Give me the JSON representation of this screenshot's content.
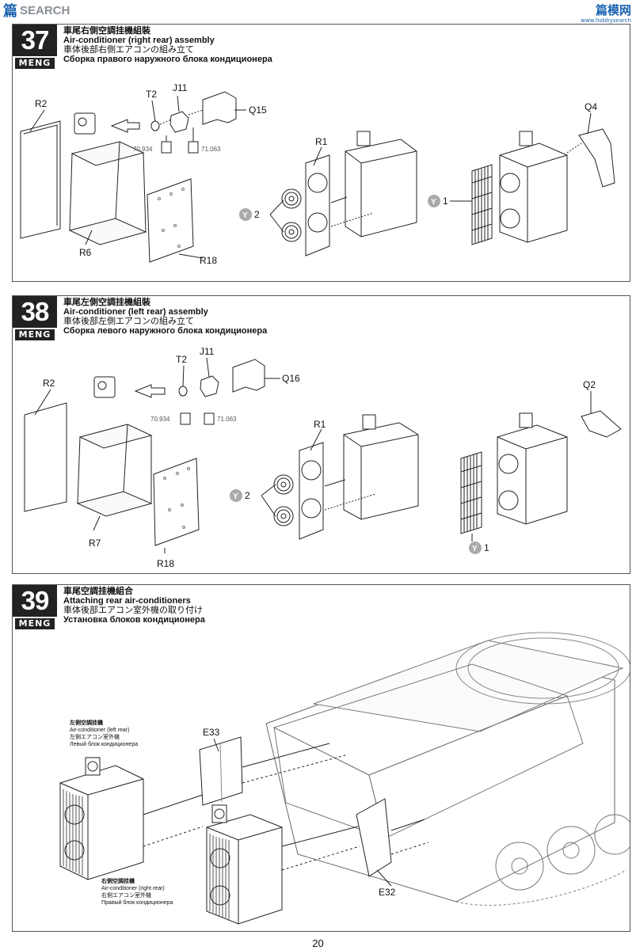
{
  "watermark": {
    "logo": "篇",
    "text": "SEARCH",
    "corner": "篇模网",
    "url": "www.hobbysearch"
  },
  "steps": [
    {
      "number": "37",
      "brand": "MENG",
      "title_cn": "車尾右側空調挂機組裝",
      "title_en": "Air-conditioner (right rear) assembly",
      "title_jp": "車体後部右側エアコンの組み立て",
      "title_ru": "Сборка правого наружного блока кондиционера",
      "parts": [
        "R2",
        "T2",
        "J11",
        "Q15",
        "R6",
        "R18",
        "R1",
        "Q4"
      ],
      "paint": [
        "70.934",
        "71.063"
      ],
      "markers": [
        {
          "id": "Y",
          "qty": "2"
        },
        {
          "id": "Y",
          "qty": "1"
        }
      ]
    },
    {
      "number": "38",
      "brand": "MENG",
      "title_cn": "車尾左側空調挂機組裝",
      "title_en": "Air-conditioner (left rear) assembly",
      "title_jp": "車体後部左側エアコンの組み立て",
      "title_ru": "Сборка левого наружного блока кондиционера",
      "parts": [
        "R2",
        "T2",
        "J11",
        "Q16",
        "R7",
        "R18",
        "R1",
        "Q2"
      ],
      "paint": [
        "70.934",
        "71.063"
      ],
      "markers": [
        {
          "id": "Y",
          "qty": "2"
        },
        {
          "id": "Y",
          "qty": "1"
        }
      ]
    },
    {
      "number": "39",
      "brand": "MENG",
      "title_cn": "車尾空調挂機組合",
      "title_en": "Attaching rear air-conditioners",
      "title_jp": "車体後部エアコン室外機の取り付け",
      "title_ru": "Установка блоков кондиционера",
      "parts": [
        "E33",
        "E32"
      ],
      "captions": {
        "left": [
          "左側空調挂機",
          "Air-conditioner (left rear)",
          "左側エアコン室外機",
          "Левый блок кондиционера"
        ],
        "right": [
          "右側空調挂機",
          "Air-conditioner (right rear)",
          "右側エアコン室外機",
          "Правый блок кондиционера"
        ]
      }
    }
  ],
  "page_number": "20"
}
